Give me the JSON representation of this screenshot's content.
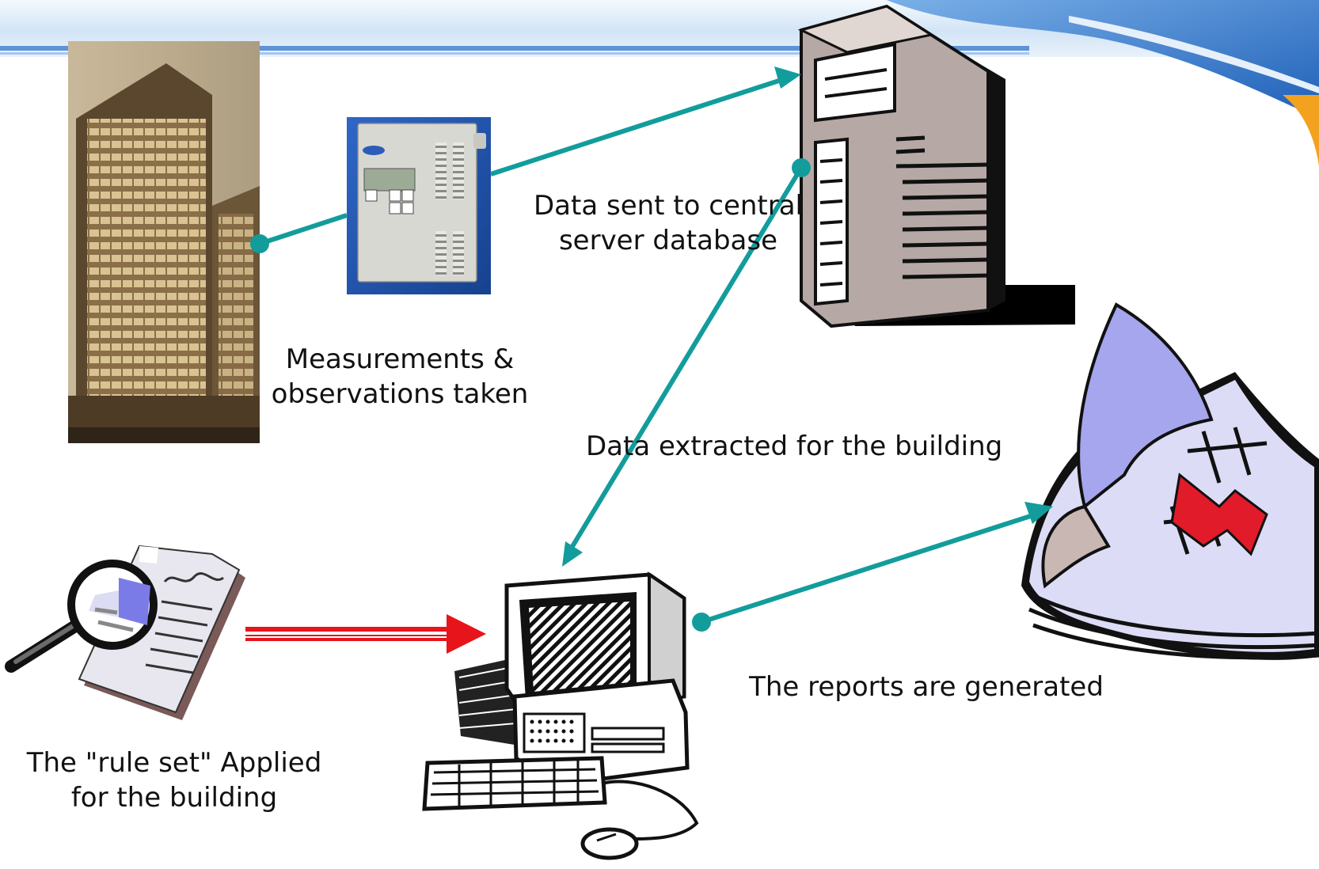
{
  "slide": {
    "labels": {
      "measurements": [
        "Measurements &",
        "observations taken"
      ],
      "data_sent": [
        "Data sent to central",
        "server database"
      ],
      "data_extracted": "Data extracted for the building",
      "reports": "The reports are generated",
      "rule_set": [
        "The \"rule set\" Applied",
        "for the building"
      ]
    }
  },
  "colors": {
    "connector": "#139c9c",
    "rule_arrow": "#e8141b",
    "header_blue": "#3f7fd0",
    "header_light": "#cfe3f7",
    "swoosh": "#2e73c9",
    "building_sepia": "#7a6240",
    "monitor_panel": "#1f50a8",
    "report_purple": "#a6a6ee",
    "report_red": "#e11b2a"
  },
  "icons": [
    "office-building-photo",
    "air-quality-monitor-icon",
    "server-tower-icon",
    "report-document-icon",
    "magnifier-document-icon",
    "desktop-computer-icon"
  ]
}
